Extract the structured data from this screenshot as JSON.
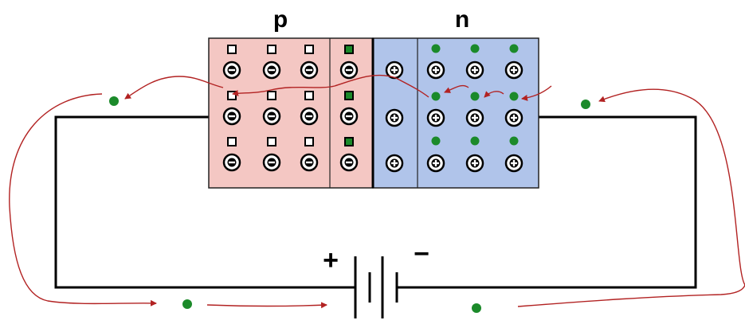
{
  "labels": {
    "p_region": "p",
    "n_region": "n",
    "battery_positive": "+",
    "battery_negative": "−"
  },
  "colors": {
    "p_fill": "#f4c7c3",
    "n_fill": "#b0c4ea",
    "wire": "#000000",
    "electron": "#1b8a2a",
    "arrow": "#b22222"
  },
  "legend_icons": {
    "hole": "hollow-square",
    "electron": "green-dot",
    "acceptor_ion": "circled-minus",
    "donor_ion": "circled-plus"
  }
}
